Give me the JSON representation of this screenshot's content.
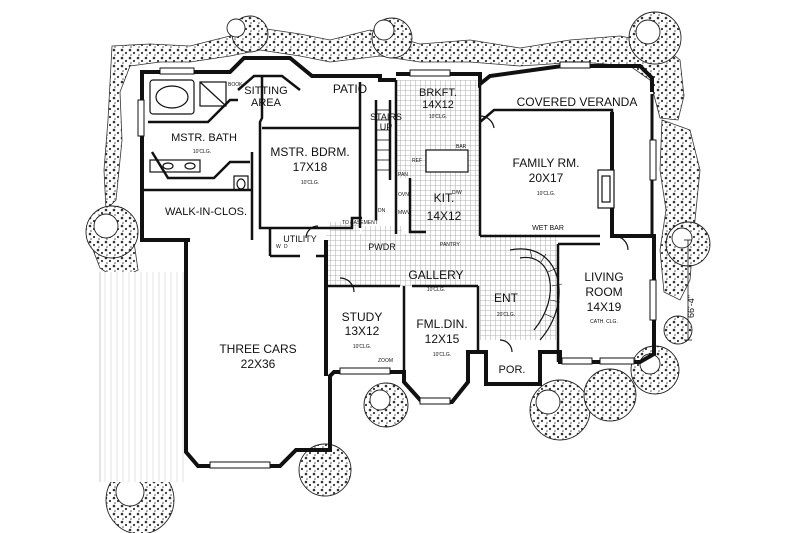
{
  "rooms": {
    "sitting": {
      "name": "SITTING",
      "name2": "AREA"
    },
    "patio": {
      "name": "PATIO"
    },
    "brkft": {
      "name": "BRKFT.",
      "size": "14X12",
      "clg": "10'CLG."
    },
    "veranda": {
      "name": "COVERED VERANDA"
    },
    "mstr_bath": {
      "name": "MSTR. BATH",
      "clg": "10'CLG."
    },
    "mstr_bdrm": {
      "name": "MSTR. BDRM.",
      "size": "17X18",
      "clg": "10'CLG."
    },
    "stairs": {
      "name": "STAIRS",
      "name2": "UP"
    },
    "family": {
      "name": "FAMILY RM.",
      "size": "20X17",
      "clg": "10'CLG."
    },
    "kit": {
      "name": "KIT.",
      "size": "14X12"
    },
    "walk_in": {
      "name": "WALK-IN-CLOS."
    },
    "utility": {
      "name": "UTILITY"
    },
    "pwdr": {
      "name": "PWDR"
    },
    "gallery": {
      "name": "GALLERY",
      "clg": "10'CLG."
    },
    "ent": {
      "name": "ENT",
      "clg": "20'CLG."
    },
    "wet_bar": {
      "name": "WET BAR"
    },
    "living": {
      "name": "LIVING",
      "name2": "ROOM",
      "size": "14X19",
      "clg": "CATH. CLG."
    },
    "three_cars": {
      "name": "THREE CARS",
      "size": "22X36"
    },
    "study": {
      "name": "STUDY",
      "size": "13X12",
      "clg": "10'CLG."
    },
    "fml_din": {
      "name": "FML.DIN.",
      "size": "12X15",
      "clg": "10'CLG."
    },
    "por": {
      "name": "POR."
    }
  },
  "small_labels": {
    "book": "BOOK",
    "to_basement": "TO BASEMENT",
    "dn": "DN",
    "bar": "BAR",
    "ref": "REF",
    "dw": "D/W",
    "pan": "PAN",
    "ovn": "OVN",
    "mwv": "MWV",
    "pantry": "PANTRY",
    "wet": "W",
    "dry": "D",
    "zoom": "ZOOM"
  },
  "dimension": {
    "depth": "66'-4\""
  },
  "colors": {
    "ink": "#111111",
    "floor_tile": "#bdbdbd",
    "shrub": "#333333"
  }
}
